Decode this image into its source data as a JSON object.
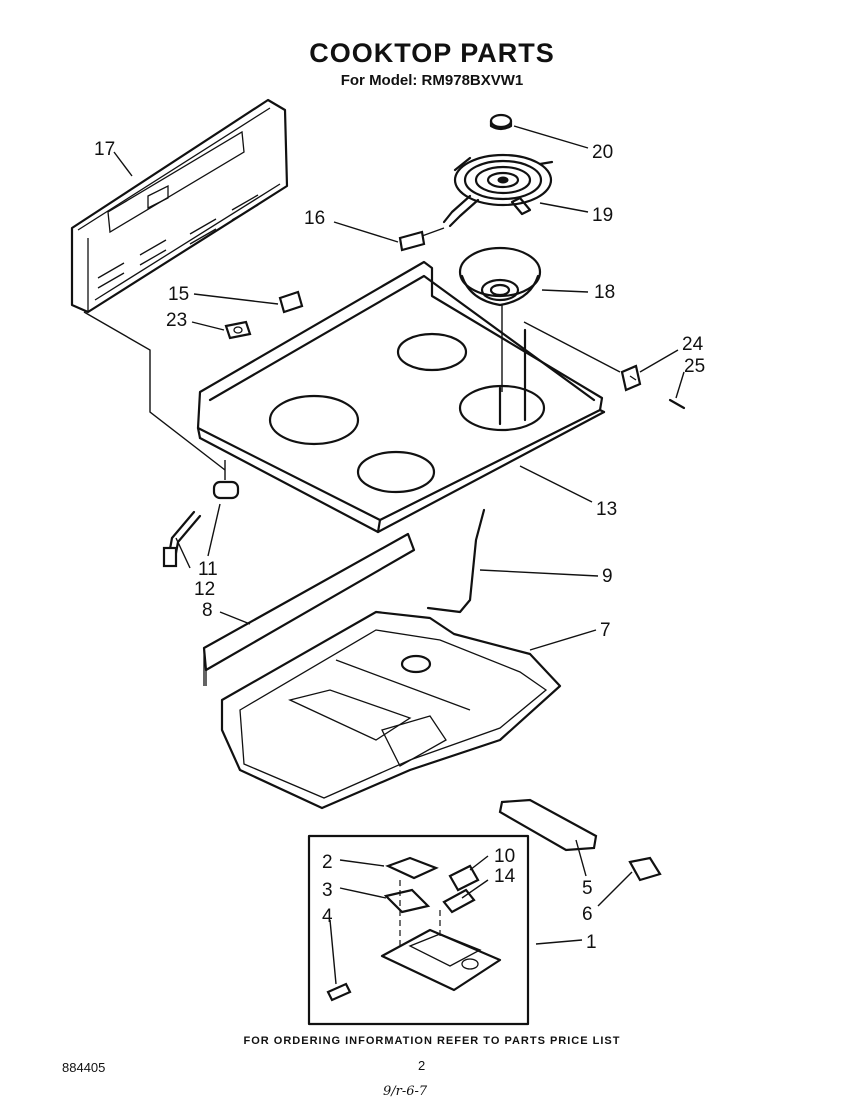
{
  "header": {
    "title": "COOKTOP PARTS",
    "subtitle": "For Model: RM978BXVW1"
  },
  "callouts": {
    "c1": "1",
    "c2": "2",
    "c3": "3",
    "c4": "4",
    "c5": "5",
    "c6": "6",
    "c7": "7",
    "c8": "8",
    "c9": "9",
    "c10": "10",
    "c11": "11",
    "c12": "12",
    "c13": "13",
    "c14": "14",
    "c15": "15",
    "c16": "16",
    "c17": "17",
    "c18": "18",
    "c19": "19",
    "c20": "20",
    "c23": "23",
    "c24": "24",
    "c25": "25"
  },
  "footer": {
    "ordering_note": "FOR ORDERING INFORMATION REFER TO PARTS PRICE LIST",
    "document_number": "884405",
    "page_number": "2",
    "handwritten_note": "9/r-6-7"
  }
}
